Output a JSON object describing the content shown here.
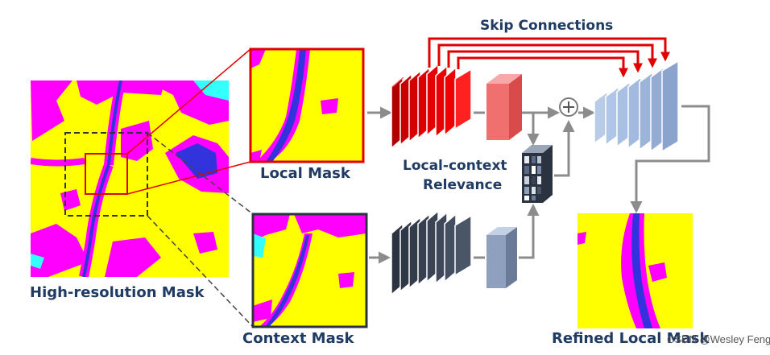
{
  "labels": {
    "skip_connections": "Skip Connections",
    "local_mask": "Local Mask",
    "context_mask": "Context Mask",
    "high_res_mask": "High-resolution Mask",
    "local_context_line1": "Local-context",
    "local_context_line2": "Relevance",
    "refined_local_mask": "Refined Local Mask",
    "plus_symbol": "+"
  },
  "watermark": "CSDN @Wesley Feng",
  "colors": {
    "mask_yellow": "#ffff00",
    "mask_magenta": "#ff00ff",
    "mask_blue": "#3333dd",
    "mask_cyan": "#33ffff",
    "encoder_red": "#e00000",
    "decoder_blue": "#aac4e8",
    "context_dark": "#2b3340",
    "context_light": "#8fa0bf",
    "arrow_gray": "#8c8c8c",
    "skip_red": "#e00000",
    "label_navy": "#1f3a63"
  },
  "icons": [
    "plus-circle-icon"
  ]
}
